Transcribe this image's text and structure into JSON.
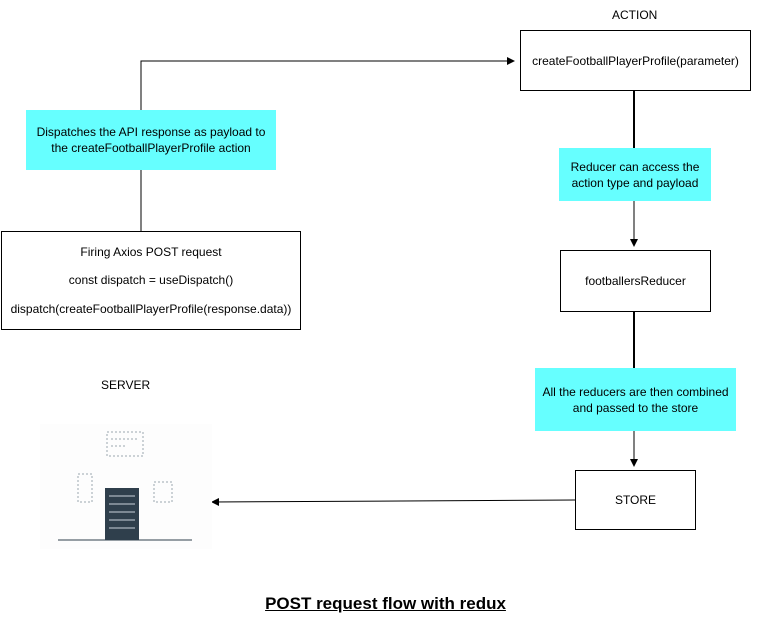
{
  "labels": {
    "action": "ACTION",
    "server": "SERVER"
  },
  "nodes": {
    "action_creator": "createFootballPlayerProfile(parameter)",
    "reducer": "footballersReducer",
    "store": "STORE",
    "firing_lines": [
      "Firing Axios POST request",
      "const dispatch = useDispatch()",
      "dispatch(createFootballPlayerProfile(response.data))"
    ]
  },
  "notes": {
    "dispatch_note": "Dispatches the API response as payload to the createFootballPlayerProfile action",
    "reducer_access_note": "Reducer can access the action type and payload",
    "combine_note": "All the reducers are then combined and passed to the store"
  },
  "title": "POST request flow with redux",
  "colors": {
    "note_fill": "#66ffff",
    "server_rack": "#2f3f4c",
    "stroke": "#000000"
  },
  "icons": {
    "server": "server-rack-icon"
  }
}
